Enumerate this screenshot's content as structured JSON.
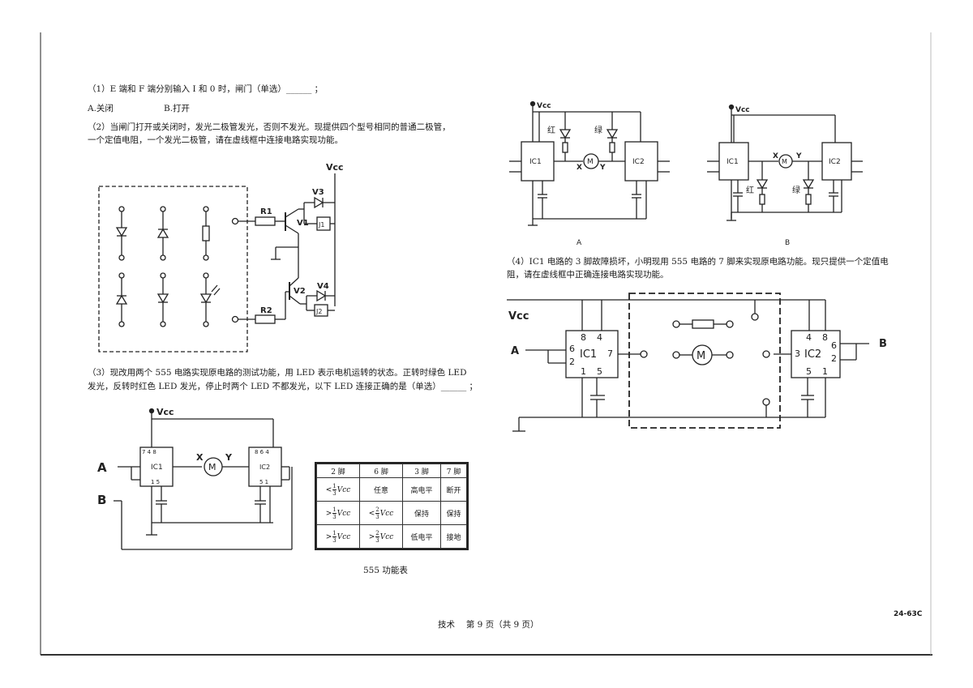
{
  "q1": {
    "question": "（1）E 端和 F 端分别输入 I 和 0 时，闸门（单选）______ ；",
    "option_a": "A.关闭",
    "option_b": "B.打开"
  },
  "q2": {
    "line1": "（2）当闸门打开或关闭时，发光二极管发光，否则不发光。现提供四个型号相同的普通二极管，",
    "line2": "一个定值电阻，一个发光二极管，请在虚线框中连接电路实现功能。"
  },
  "q3": {
    "line1": "（3）现改用两个 555 电路实现原电路的测试功能，用 LED 表示电机运转的状态。正转时绿色 LED",
    "line2": "发光，反转时红色 LED 发光，停止时两个 LED 不都发光，以下 LED 连接正确的是（单选）______ ；"
  },
  "q4": {
    "line1": "（4）IC1 电路的 3 脚故障损坏，小明现用 555 电路的 7 脚来实现原电路功能。现只提供一个定值电",
    "line2": "阻，请在虚线框中正确连接电路实现功能。"
  },
  "diagram_labels": {
    "vcc": "Vcc",
    "r1": "R1",
    "r2": "R2",
    "v1": "V1",
    "v2": "V2",
    "v3": "V3",
    "v4": "V4",
    "j1": "J1",
    "j2": "J2",
    "ic1": "IC1",
    "ic2": "IC2",
    "motor": "M",
    "x": "X",
    "y": "Y",
    "a": "A",
    "b": "B",
    "red": "红",
    "green": "绿",
    "pins_top_ic1": "7 4 8",
    "pins_top_ic2": "8 6 4",
    "pins_bottom": "1 5",
    "pins_bottom_ic2": "5 1",
    "cap_a": "A",
    "cap_b": "B"
  },
  "table": {
    "caption": "555 功能表",
    "headers": [
      "2 脚",
      "6 脚",
      "3 脚",
      "7 脚"
    ],
    "rows": [
      {
        "pin2_sign": "<",
        "pin2_frac": [
          "1",
          "3"
        ],
        "pin6": "任意",
        "pin3": "高电平",
        "pin7": "断开"
      },
      {
        "pin2_sign": ">",
        "pin2_frac": [
          "1",
          "3"
        ],
        "pin6_sign": "<",
        "pin6_frac": [
          "2",
          "3"
        ],
        "pin3": "保持",
        "pin7": "保持"
      },
      {
        "pin2_sign": ">",
        "pin2_frac": [
          "1",
          "3"
        ],
        "pin6_sign": ">",
        "pin6_frac": [
          "2",
          "3"
        ],
        "pin3": "低电平",
        "pin7": "接地"
      }
    ],
    "unit": "Vcc"
  },
  "footer": {
    "page": "技术　 第 9 页（共 9 页）",
    "code": "24-63C"
  }
}
